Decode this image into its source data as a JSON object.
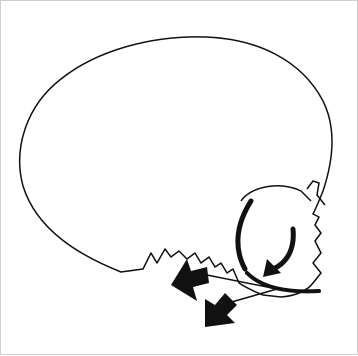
{
  "figure": {
    "subject": "skull-lateral-view",
    "colors": {
      "outline": "#111111",
      "background": "#ffffff",
      "frame": "#cfcfcf"
    },
    "icons": [
      "skull-outline",
      "rotation-arrow",
      "force-arrow-upper",
      "force-arrow-lower"
    ]
  }
}
